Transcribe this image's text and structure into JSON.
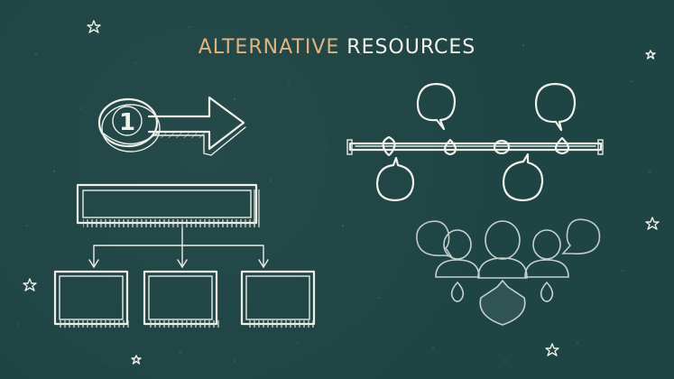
{
  "slide": {
    "title_accent": "ALTERNATIVE",
    "title_rest": "RESOURCES",
    "step_number": "1"
  },
  "colors": {
    "background": "#1f4444",
    "accent": "#e0b37f",
    "chalk": "#eef0ea"
  },
  "icons": [
    "arrow-number-icon",
    "org-chart-icon",
    "timeline-icon",
    "people-chat-icon",
    "star-icon"
  ]
}
